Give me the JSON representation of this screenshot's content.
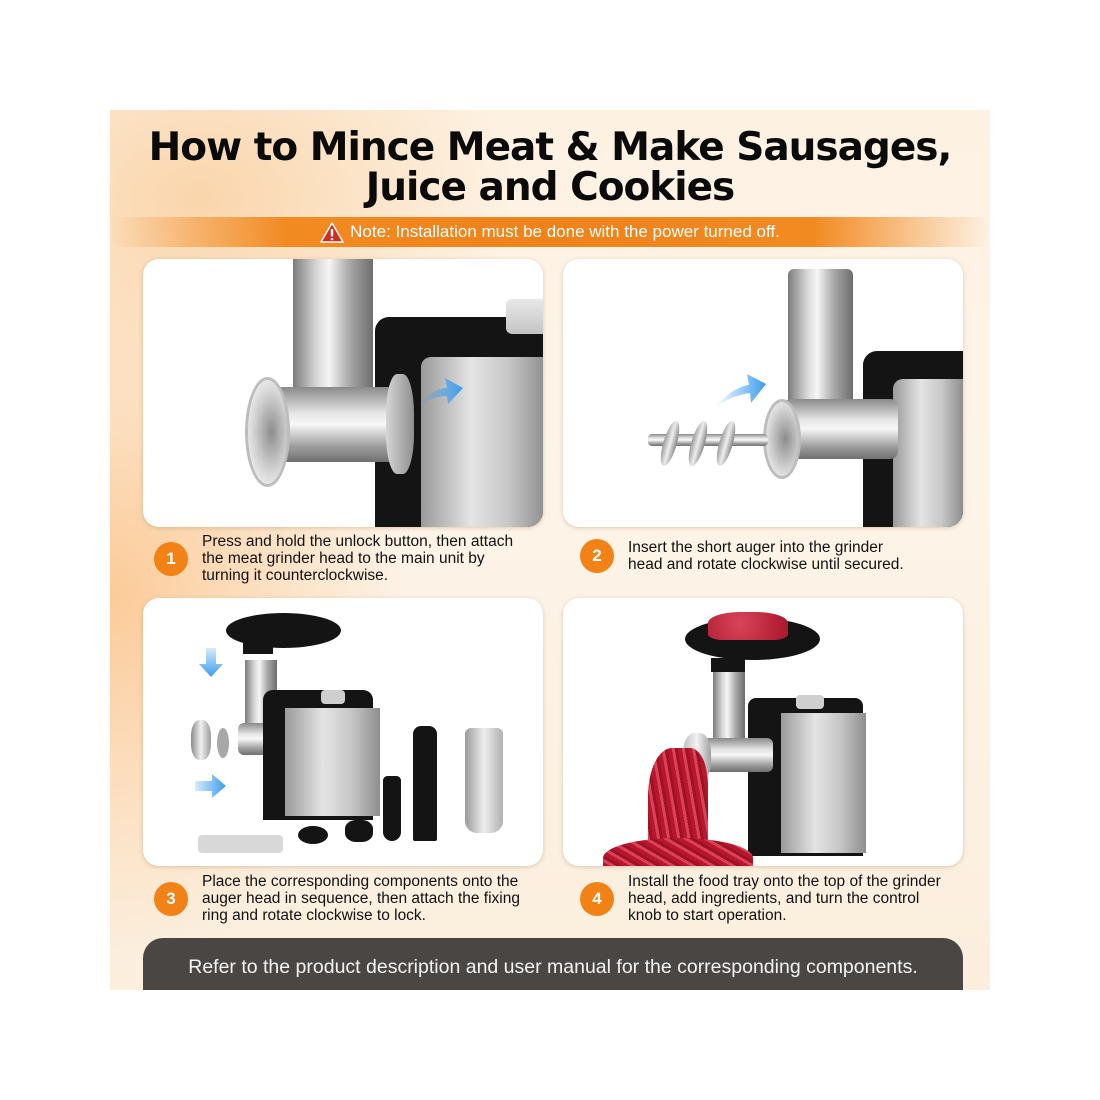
{
  "header": {
    "title_line1": "How to Mince Meat & Make Sausages,",
    "title_line2": "Juice and Cookies"
  },
  "note": {
    "icon": "warning-triangle-icon",
    "text": "Note: Installation must be done with the power turned off."
  },
  "steps": [
    {
      "number": "1",
      "text_lines": [
        "Press and hold the unlock button, then attach",
        "the meat grinder head to the main unit by",
        "turning it counterclockwise."
      ]
    },
    {
      "number": "2",
      "text_lines": [
        "Insert the short auger into the grinder",
        "head and rotate clockwise until secured."
      ]
    },
    {
      "number": "3",
      "text_lines": [
        "Place the corresponding components onto the",
        "auger head in sequence, then attach the fixing",
        "ring and rotate clockwise to lock."
      ]
    },
    {
      "number": "4",
      "text_lines": [
        "Install the food tray onto the top of the grinder",
        "head, add ingredients, and turn the control",
        "knob to start operation."
      ]
    }
  ],
  "footer": {
    "text": "Refer to the product description and user manual for the corresponding components."
  },
  "colors": {
    "accent_orange": "#f28216",
    "note_bar": "#f0821a",
    "footer_bg": "#4a4644",
    "arrow_blue": "#3a9cf0"
  }
}
